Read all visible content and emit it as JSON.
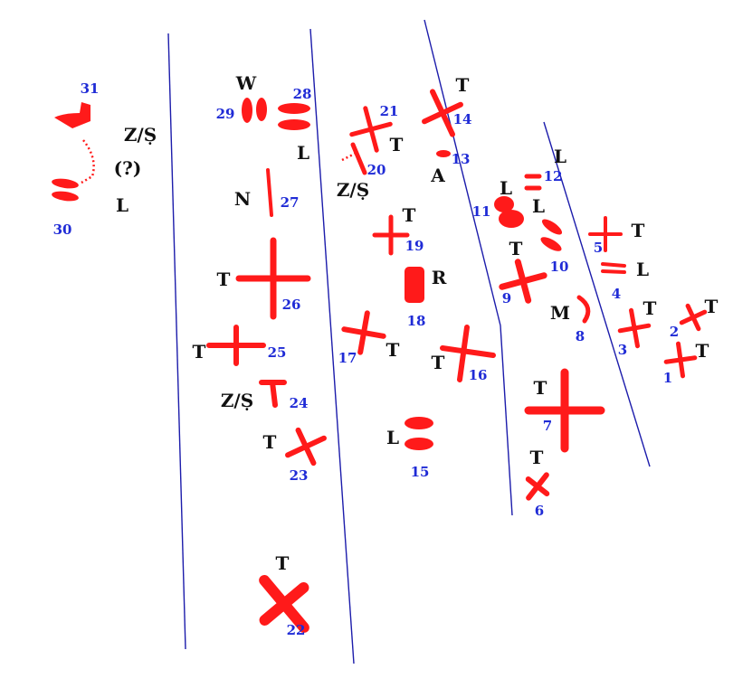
{
  "colors": {
    "mark": "#ff1a1a",
    "number": "#1f2bd6",
    "letter": "#111111",
    "line": "#1c1cab"
  },
  "signs": [
    {
      "id": "1",
      "number": "1",
      "letter": "T"
    },
    {
      "id": "2",
      "number": "2",
      "letter": "T"
    },
    {
      "id": "3",
      "number": "3",
      "letter": "T"
    },
    {
      "id": "4",
      "number": "4",
      "letter": "L"
    },
    {
      "id": "5",
      "number": "5",
      "letter": "T"
    },
    {
      "id": "6",
      "number": "6",
      "letter": "T"
    },
    {
      "id": "7",
      "number": "7",
      "letter": "T"
    },
    {
      "id": "8",
      "number": "8",
      "letter": "M"
    },
    {
      "id": "9",
      "number": "9",
      "letter": "T"
    },
    {
      "id": "10",
      "number": "10",
      "letter": "L"
    },
    {
      "id": "11",
      "number": "11",
      "letter": "L"
    },
    {
      "id": "12",
      "number": "12",
      "letter": "L"
    },
    {
      "id": "13",
      "number": "13",
      "letter": "A"
    },
    {
      "id": "14",
      "number": "14",
      "letter": "T"
    },
    {
      "id": "15",
      "number": "15",
      "letter": "L"
    },
    {
      "id": "16",
      "number": "16",
      "letter": "T"
    },
    {
      "id": "17",
      "number": "17",
      "letter": "T"
    },
    {
      "id": "18",
      "number": "18",
      "letter": "R"
    },
    {
      "id": "19",
      "number": "19",
      "letter": "T"
    },
    {
      "id": "20",
      "number": "20",
      "letter": "Z/Ṣ"
    },
    {
      "id": "21",
      "number": "21",
      "letter": "T"
    },
    {
      "id": "22",
      "number": "22",
      "letter": "T"
    },
    {
      "id": "23",
      "number": "23",
      "letter": "T"
    },
    {
      "id": "24",
      "number": "24",
      "letter": "Z/Ṣ"
    },
    {
      "id": "25",
      "number": "25",
      "letter": "T"
    },
    {
      "id": "26",
      "number": "26",
      "letter": "T"
    },
    {
      "id": "27",
      "number": "27",
      "letter": "N"
    },
    {
      "id": "28",
      "number": "28",
      "letter": "L"
    },
    {
      "id": "29",
      "number": "29",
      "letter": "W"
    },
    {
      "id": "30",
      "number": "30",
      "letter": "L"
    },
    {
      "id": "31",
      "number": "31",
      "letter": "Z/Ṣ"
    }
  ],
  "annotations": [
    {
      "id": "uncertain",
      "text": "(?)"
    }
  ]
}
